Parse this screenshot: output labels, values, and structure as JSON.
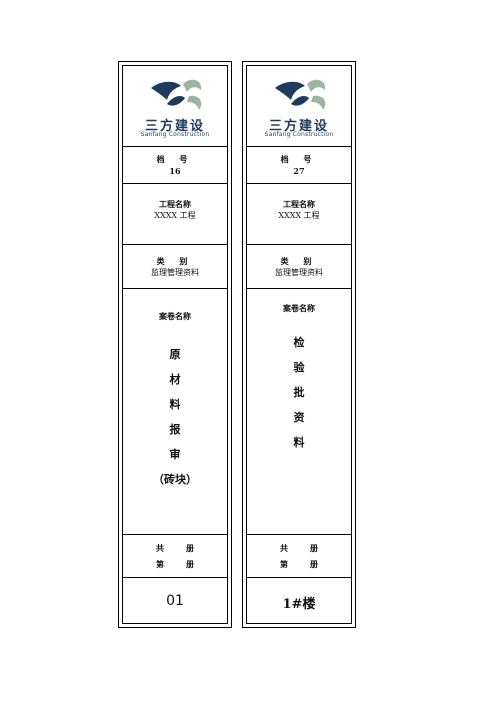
{
  "colors": {
    "logo_navy": "#1e3a5f",
    "logo_green": "#9db5a0",
    "border": "#000000"
  },
  "spines": [
    {
      "logo_cn": "三方建设",
      "logo_en": "Sanfang Construction",
      "archive_label": "档 号",
      "archive_no": "16",
      "project_label": "工程名称",
      "project_name": "XXXX 工程",
      "category_label": "类 别",
      "category_value": "监理管理资料",
      "volume_label": "案卷名称",
      "volume_title_chars": [
        "原",
        "材",
        "料",
        "报",
        "审",
        "（砖块）"
      ],
      "count_total_a": "共",
      "count_total_b": "册",
      "count_seq_a": "第",
      "count_seq_b": "册",
      "number": "01"
    },
    {
      "logo_cn": "三方建设",
      "logo_en": "Sanfang Construction",
      "archive_label": "档 号",
      "archive_no": "27",
      "project_label": "工程名称",
      "project_name": "XXXX 工程",
      "category_label": "类 别",
      "category_value": "监理管理资料",
      "volume_label": "案卷名称",
      "volume_title_chars": [
        "检",
        "验",
        "批",
        "资",
        "料"
      ],
      "count_total_a": "共",
      "count_total_b": "册",
      "count_seq_a": "第",
      "count_seq_b": "册",
      "number": "1#楼"
    }
  ]
}
